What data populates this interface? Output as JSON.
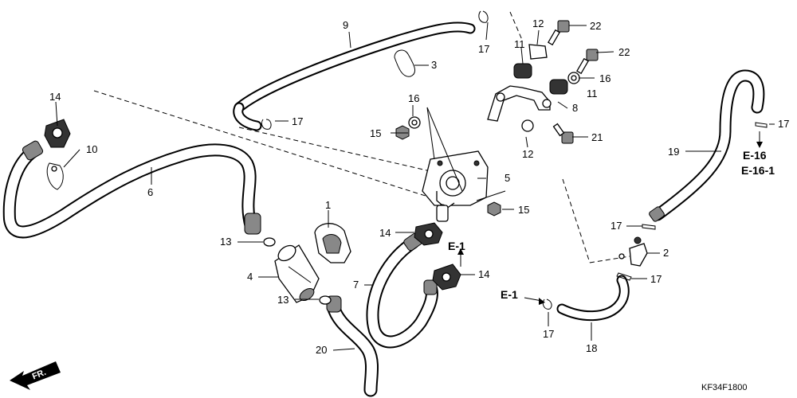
{
  "callouts": {
    "c1": "1",
    "c2": "2",
    "c3": "3",
    "c4": "4",
    "c5": "5",
    "c6": "6",
    "c7": "7",
    "c8": "8",
    "c9": "9",
    "c10": "10",
    "c11a": "11",
    "c11b": "11",
    "c12a": "12",
    "c12b": "12",
    "c13a": "13",
    "c13b": "13",
    "c14a": "14",
    "c14b": "14",
    "c14c": "14",
    "c15a": "15",
    "c15b": "15",
    "c16a": "16",
    "c16b": "16",
    "c17a": "17",
    "c17b": "17",
    "c17c": "17",
    "c17d": "17",
    "c17e": "17",
    "c17f": "17",
    "c18": "18",
    "c19": "19",
    "c20": "20",
    "c21": "21",
    "c22a": "22",
    "c22b": "22"
  },
  "references": {
    "e1_top": "E-1",
    "e1_left": "E-1",
    "e16": "E-16",
    "e16_1": "E-16-1"
  },
  "fr_label": "FR.",
  "diagram_code": "KF34F1800"
}
